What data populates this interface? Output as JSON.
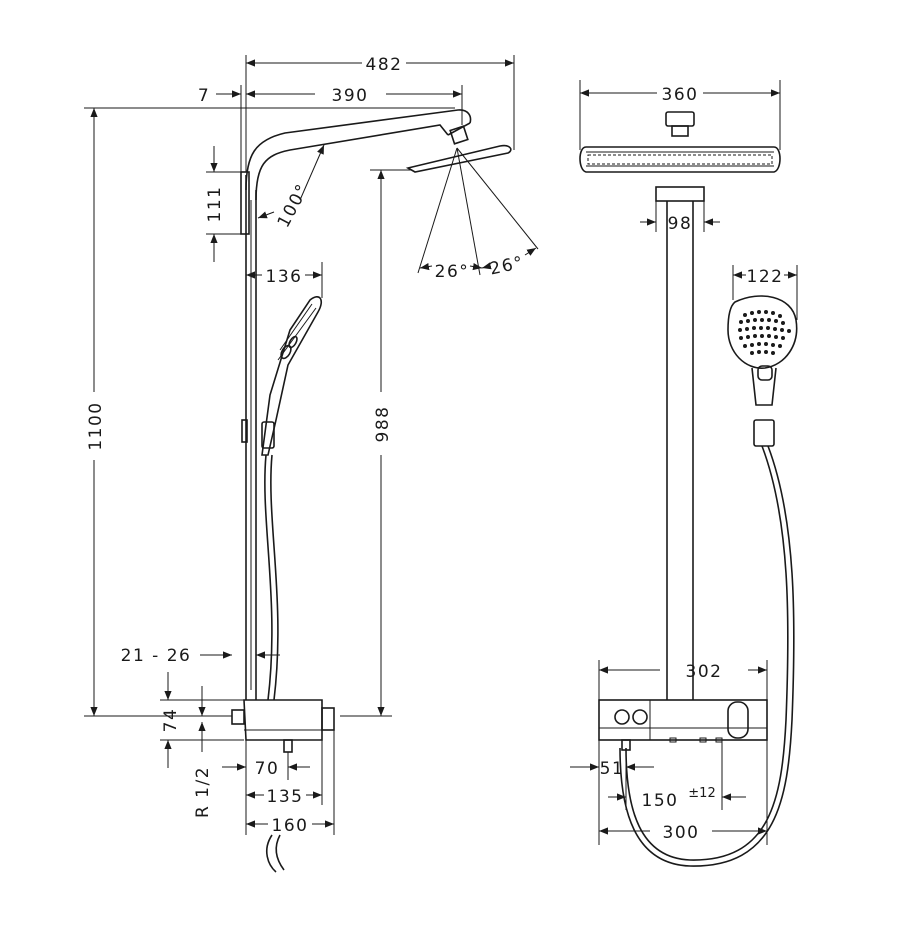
{
  "side_view": {
    "dims": {
      "total_width": "482",
      "arm_length": "390",
      "wall_offset": "7",
      "height": "1100",
      "bracket": "111",
      "head_height": "988",
      "arm_angle": "100°",
      "spray_left": "26°",
      "spray_right": "26°",
      "handshower_depth": "136",
      "wall_gap": "21 - 26",
      "thermostat_height": "74",
      "outlet_70": "70",
      "depth_135": "135",
      "depth_160": "160",
      "connection": "R 1/2"
    }
  },
  "front_view": {
    "dims": {
      "head_width": "360",
      "pipe_98": "98",
      "handshower_width": "122",
      "shelf_width": "302",
      "offset_51": "51",
      "connection_centres": "150",
      "tolerance": "±12",
      "width_300": "300"
    }
  }
}
